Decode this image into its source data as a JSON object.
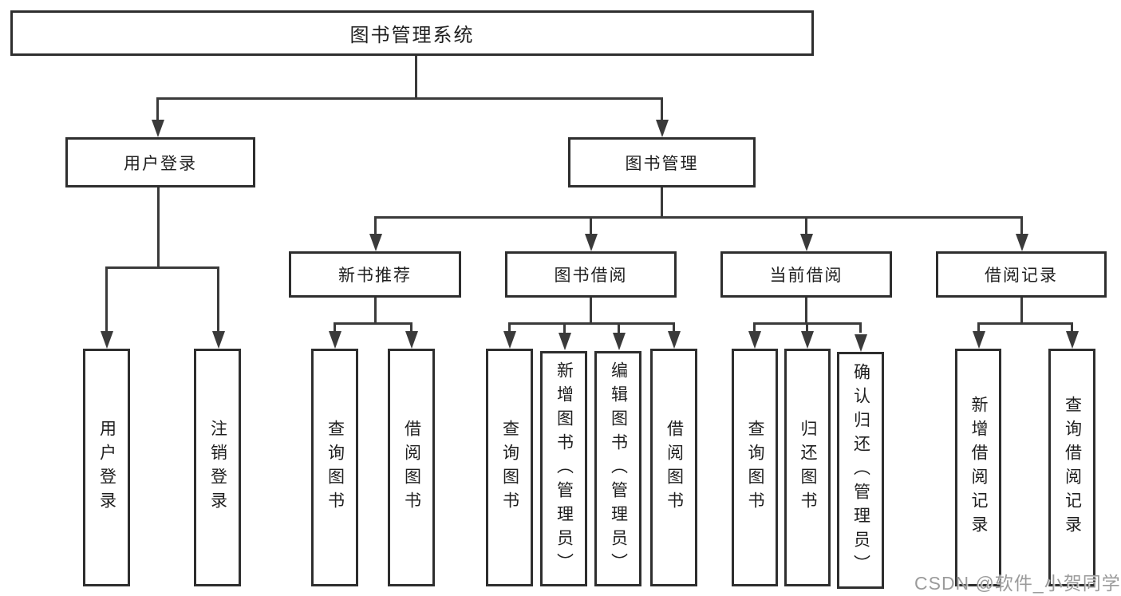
{
  "diagram": {
    "root": {
      "label": "图书管理系统"
    },
    "level2": [
      {
        "label": "用户登录"
      },
      {
        "label": "图书管理"
      }
    ],
    "level3": [
      {
        "label": "新书推荐",
        "parent": "图书管理"
      },
      {
        "label": "图书借阅",
        "parent": "图书管理"
      },
      {
        "label": "当前借阅",
        "parent": "图书管理"
      },
      {
        "label": "借阅记录",
        "parent": "图书管理"
      }
    ],
    "level4": [
      {
        "label": "用户登录",
        "parent": "用户登录"
      },
      {
        "label": "注销登录",
        "parent": "用户登录"
      },
      {
        "label": "查询图书",
        "parent": "新书推荐"
      },
      {
        "label": "借阅图书",
        "parent": "新书推荐"
      },
      {
        "label": "查询图书",
        "parent": "图书借阅"
      },
      {
        "label": "新增图书（管理员）",
        "parent": "图书借阅"
      },
      {
        "label": "编辑图书（管理员）",
        "parent": "图书借阅"
      },
      {
        "label": "借阅图书",
        "parent": "图书借阅"
      },
      {
        "label": "查询图书",
        "parent": "当前借阅"
      },
      {
        "label": "归还图书",
        "parent": "当前借阅"
      },
      {
        "label": "确认归还（管理员）",
        "parent": "当前借阅"
      },
      {
        "label": "新增借阅记录",
        "parent": "借阅记录"
      },
      {
        "label": "查询借阅记录",
        "parent": "借阅记录"
      }
    ],
    "watermark": "CSDN @软件_小贺同学",
    "colors": {
      "line": "#3a3a3a",
      "border": "#2e2e2e",
      "text": "#1f1f1f",
      "watermark": "#9b9b9b",
      "background": "#ffffff"
    }
  }
}
